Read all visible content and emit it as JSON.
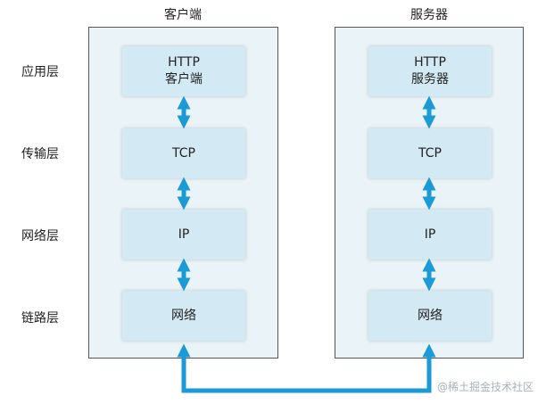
{
  "columns": {
    "client": {
      "title": "客户端"
    },
    "server": {
      "title": "服务器"
    }
  },
  "layers": [
    {
      "name": "应用层",
      "client": [
        "HTTP",
        "客户端"
      ],
      "server": [
        "HTTP",
        "服务器"
      ]
    },
    {
      "name": "传输层",
      "client": [
        "TCP"
      ],
      "server": [
        "TCP"
      ]
    },
    {
      "name": "网络层",
      "client": [
        "IP"
      ],
      "server": [
        "IP"
      ]
    },
    {
      "name": "链路层",
      "client": [
        "网络"
      ],
      "server": [
        "网络"
      ]
    }
  ],
  "watermark": "@稀土掘金技术社区",
  "colors": {
    "arrow": "#1a9ad6",
    "panel_bg": "#eaf3f8",
    "box_bg": "#d3e9f4",
    "panel_border": "#555555"
  }
}
